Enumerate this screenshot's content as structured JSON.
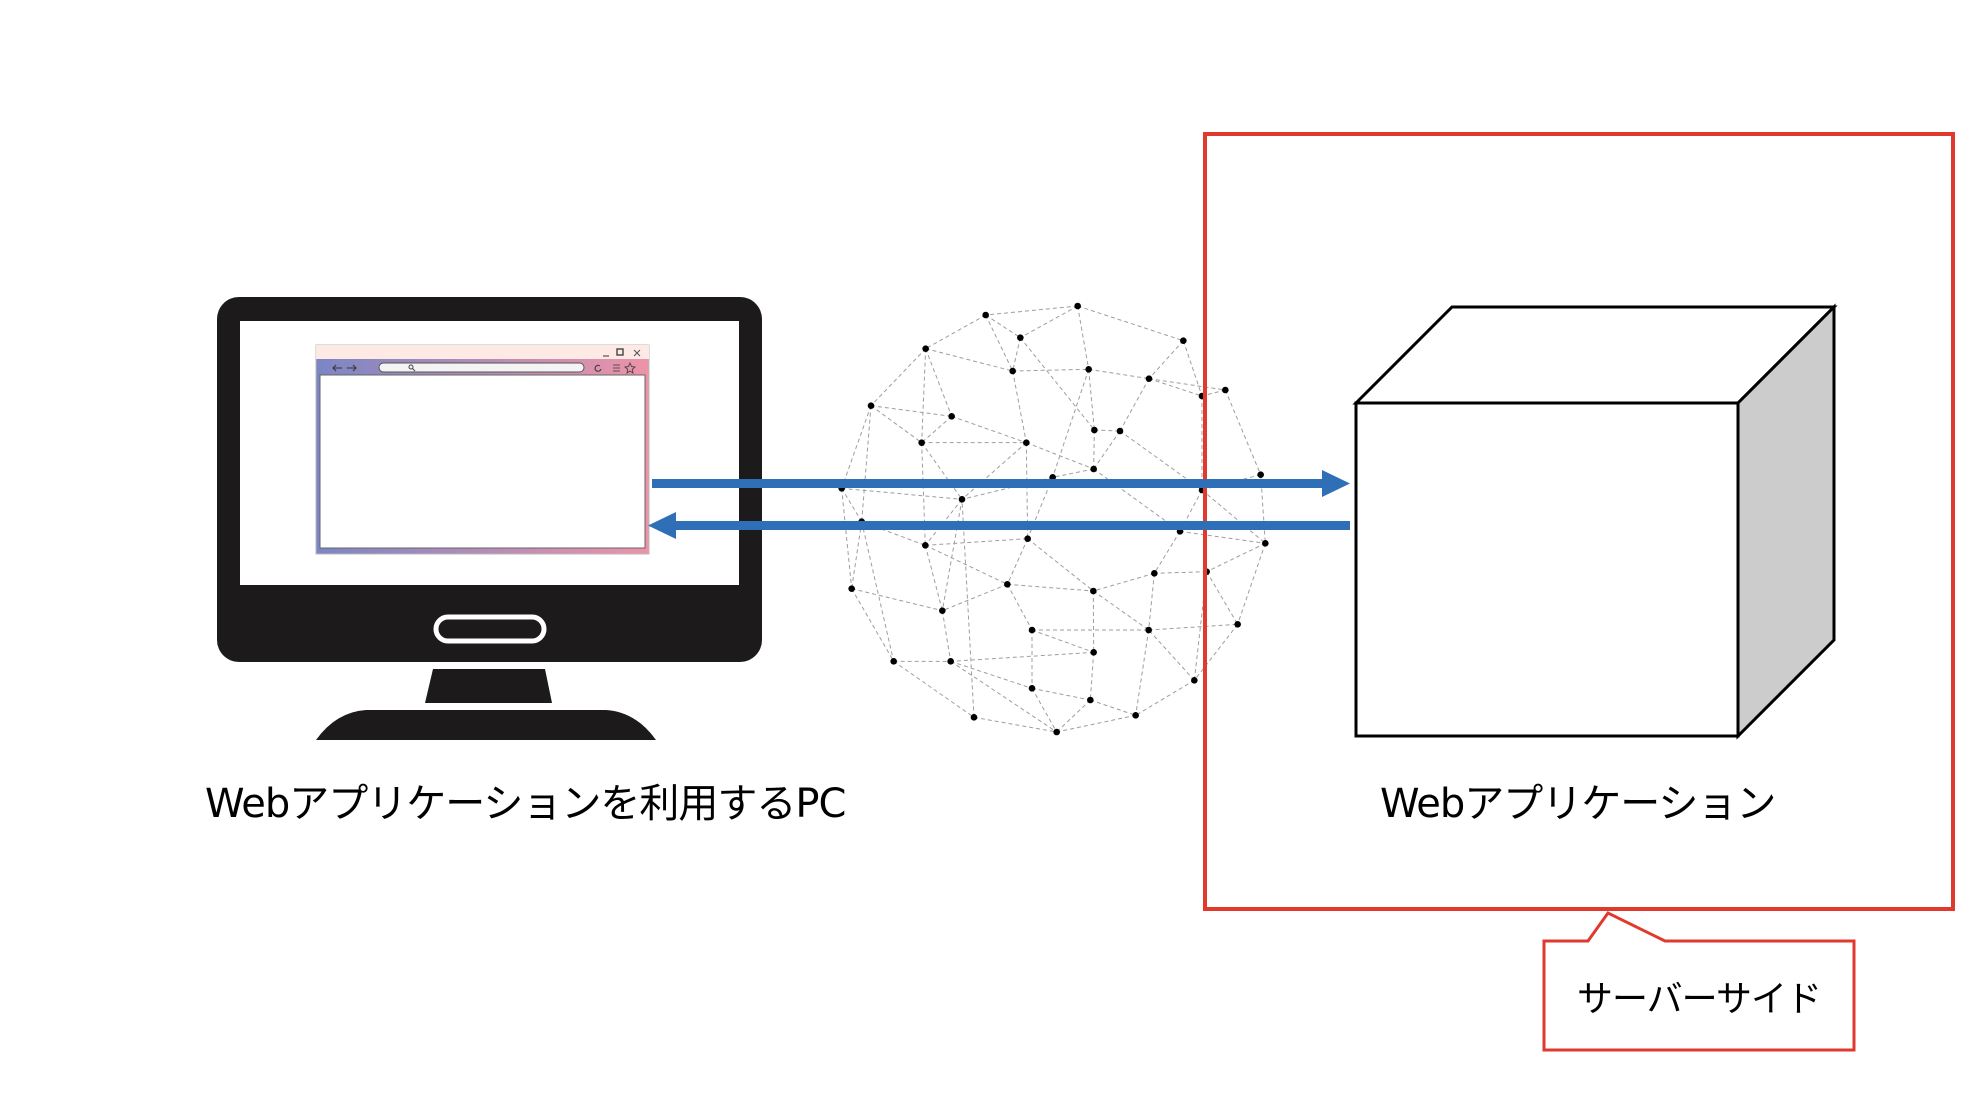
{
  "diagram": {
    "client": {
      "label": "Webアプリケーションを利用するPC",
      "icon": "desktop-monitor-icon",
      "browser": {
        "icon": "browser-window-icon",
        "controls": {
          "minimize": "_",
          "maximize": "□",
          "close": "×",
          "back": "←",
          "forward": "→",
          "search": "🔍",
          "reload": "↻",
          "menu": "≡",
          "bookmark": "☆"
        },
        "gradient_start": "#7B86C4",
        "gradient_end": "#EE93A8",
        "titlebar_color": "#FDEAE4"
      }
    },
    "network": {
      "icon": "network-globe-icon",
      "node_color": "#000000",
      "edge_color": "#9E9E9E"
    },
    "connections": [
      {
        "from": "client",
        "to": "server",
        "direction": "request",
        "color": "#2E6FB7"
      },
      {
        "from": "server",
        "to": "client",
        "direction": "response",
        "color": "#2E6FB7"
      }
    ],
    "server": {
      "label": "Webアプリケーション",
      "icon": "cube-icon",
      "side_color": "#CCCCCC",
      "boundary_color": "#E03A2E"
    },
    "callout": {
      "label": "サーバーサイド",
      "border_color": "#E03A2E"
    }
  }
}
